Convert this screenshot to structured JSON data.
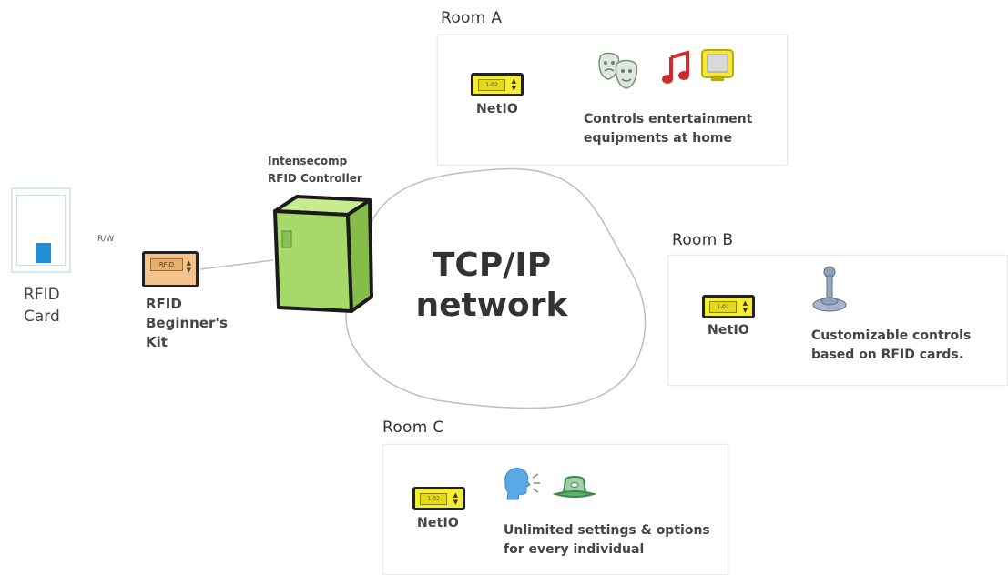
{
  "rooms": [
    {
      "title": "Room A",
      "device_label": "NetIO",
      "description": [
        "Controls entertainment",
        "equipments at home"
      ]
    },
    {
      "title": "Room B",
      "device_label": "NetIO",
      "description": [
        "Customizable controls",
        "based on RFID cards."
      ]
    },
    {
      "title": "Room C",
      "device_label": "NetIO",
      "description": [
        "Unlimited settings & options",
        "for every individual"
      ]
    }
  ],
  "controller": {
    "label": [
      "Intensecomp",
      "RFID Controller"
    ]
  },
  "network": {
    "label": [
      "TCP/IP",
      "network"
    ]
  },
  "card": {
    "label": [
      "RFID",
      "Card"
    ]
  },
  "kit": {
    "label": [
      "RFID",
      "Beginner's",
      "Kit"
    ],
    "screen_text": "RFID"
  },
  "link_label": "R/W",
  "device_screen_text": "1-02",
  "colors": {
    "device": "#f5ee2c",
    "kit": "#f2c48c",
    "controller": "#a6d86a",
    "card": "#1e8fd6"
  }
}
